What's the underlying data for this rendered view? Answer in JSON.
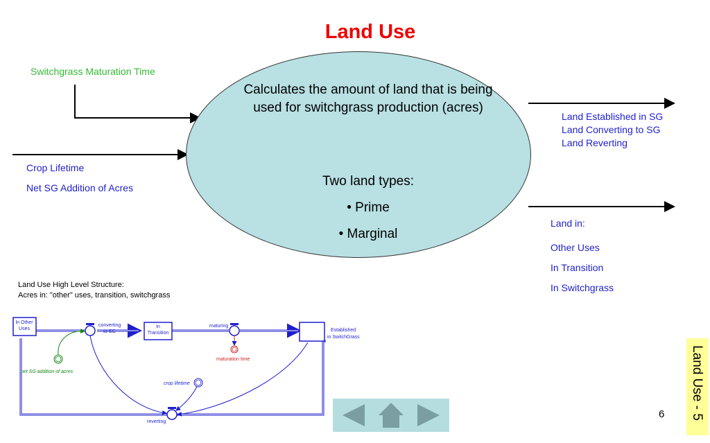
{
  "title": "Land Use",
  "ellipse": {
    "description": "Calculates the amount of land that is being used for switchgrass production (acres)",
    "types_title": "Two land types:",
    "type1": "• Prime",
    "type2": "• Marginal"
  },
  "inputs": {
    "maturation": "Switchgrass Maturation Time",
    "crop_lifetime": "Crop Lifetime",
    "net_addition": "Net SG Addition of Acres"
  },
  "outputs": {
    "group1": [
      "Land Established in SG",
      "Land Converting to SG",
      "Land Reverting"
    ],
    "group2_title": "Land in:",
    "group2": [
      "Other Uses",
      "In Transition",
      "In Switchgrass"
    ]
  },
  "structure": {
    "caption1": "Land Use High Level Structure:",
    "caption2": "Acres in: \"other\" uses, transition, switchgrass",
    "stock_other": [
      "In Other",
      "Uses"
    ],
    "flow_converting": [
      "converting",
      "to SG"
    ],
    "stock_transition": [
      "In",
      "Transition"
    ],
    "flow_maturing": "maturing",
    "aux_maturation": "maturation time",
    "stock_established": [
      "Established",
      "in SwitchGrass"
    ],
    "aux_net": "net SG addition of acres",
    "aux_crop": "crop lifetime",
    "flow_reverting": "reverting"
  },
  "page_number": "6",
  "side_tab": "Land Use - 5",
  "colors": {
    "title": "#ee0000",
    "ellipse": "#b9e0e3",
    "green": "#33bb33",
    "blue": "#1f1fcc",
    "nav": "#b5dde0",
    "tab": "#ffff99"
  }
}
